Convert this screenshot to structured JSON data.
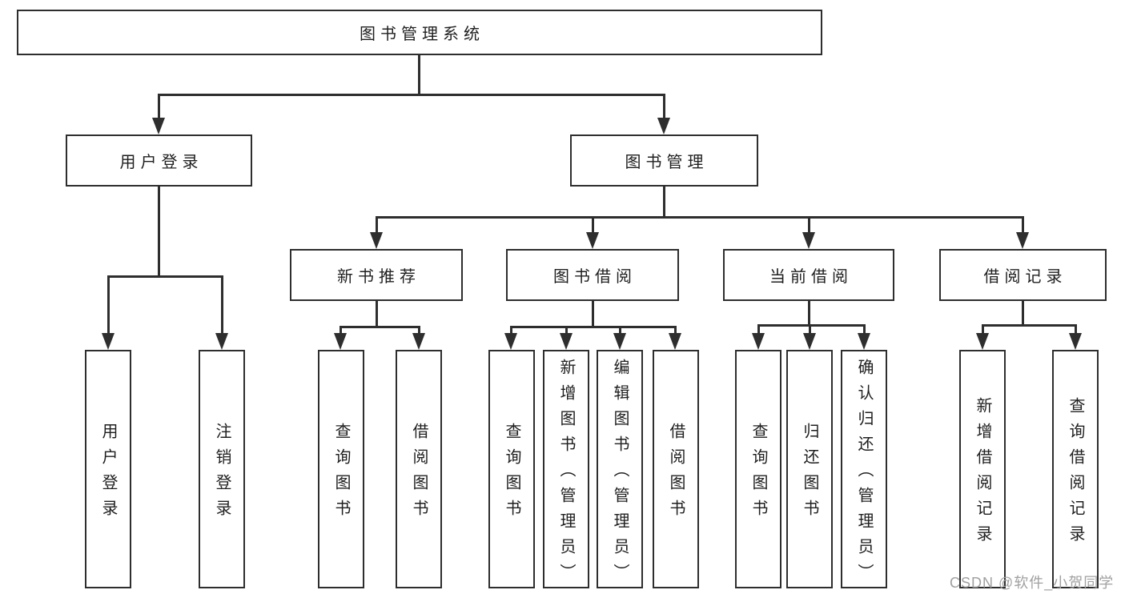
{
  "diagram": {
    "root": "图书管理系统",
    "user_branch": {
      "label": "用户登录",
      "children": [
        "用户登录",
        "注销登录"
      ]
    },
    "book_branch": {
      "label": "图书管理",
      "groups": [
        {
          "label": "新书推荐",
          "children": [
            "查询图书",
            "借阅图书"
          ]
        },
        {
          "label": "图书借阅",
          "children": [
            "查询图书",
            "新增图书（管理员）",
            "编辑图书（管理员）",
            "借阅图书"
          ]
        },
        {
          "label": "当前借阅",
          "children": [
            "查询图书",
            "归还图书",
            "确认归还（管理员）"
          ]
        },
        {
          "label": "借阅记录",
          "children": [
            "新增借阅记录",
            "查询借阅记录"
          ]
        }
      ]
    }
  },
  "watermark": "CSDN @软件_小贺同学",
  "colors": {
    "line": "#2e2e2e",
    "text": "#1f1f1f",
    "background": "#ffffff",
    "watermark": "#a0a0a0"
  }
}
